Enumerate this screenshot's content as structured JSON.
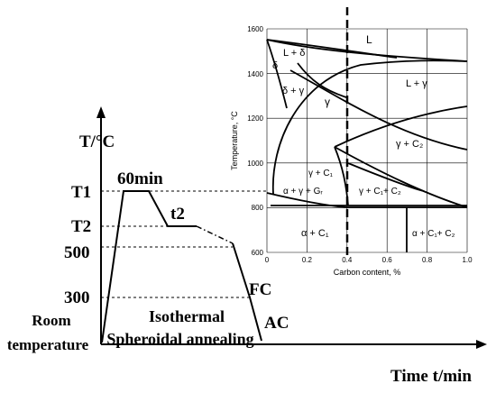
{
  "heat_treatment": {
    "y_axis_label": "T/°C",
    "x_axis_label": "Time t/min",
    "levels": [
      "T1",
      "T2",
      "500",
      "300"
    ],
    "room_temperature": [
      "Room",
      "temperature"
    ],
    "hold_time_1": "60min",
    "hold_time_2": "t2",
    "cooling_fc": "FC",
    "cooling_ac": "AC",
    "process_name": [
      "Isothermal",
      "Spheroidal annealing"
    ]
  },
  "phase_diagram": {
    "y_label": "Temperature, °C",
    "x_label": "Carbon content, %",
    "y_ticks": [
      "1600",
      "1400",
      "1200",
      "1000",
      "800",
      "600"
    ],
    "x_ticks": [
      "0",
      "0.2",
      "0.4",
      "0.6",
      "0.8",
      "1.0"
    ],
    "x_range": [
      0,
      1.0
    ],
    "y_range": [
      600,
      1600
    ],
    "marker_carbon": 0.4,
    "regions": {
      "L": "L",
      "L_delta": "L + δ",
      "delta": "δ",
      "delta_gamma": "δ + γ",
      "gamma": "γ",
      "L_gamma": "L + γ",
      "gamma_C2": "γ + C₂",
      "gamma_C1": "γ + C₁",
      "alpha_gamma_Gr": "α + γ + Gᵣ",
      "gamma_C1_C2": "γ + C₁+ C₂",
      "alpha_C1": "α + C₁",
      "alpha_C1_C2": "α + C₁+ C₂"
    }
  }
}
